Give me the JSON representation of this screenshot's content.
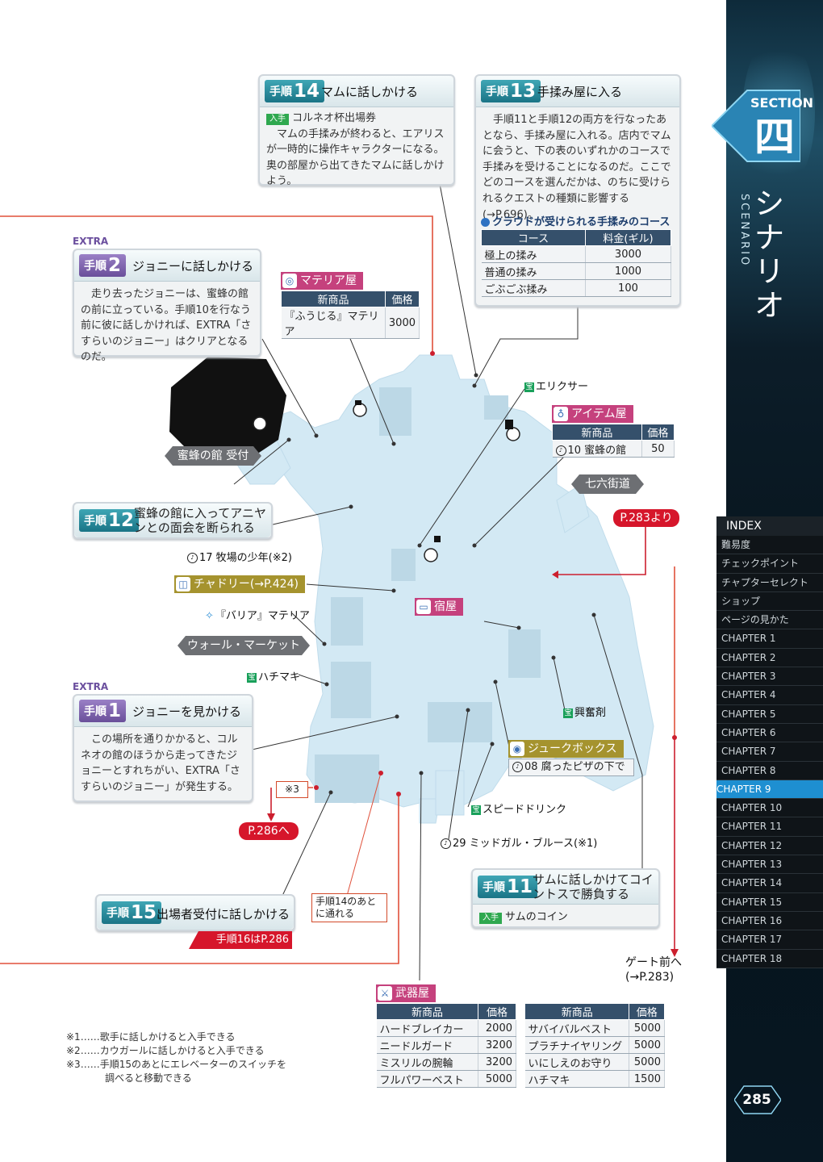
{
  "sidebar": {
    "section_label": "SECTION",
    "section_kanji": "四",
    "scenario_jp": "シナリオ",
    "scenario_en": "SCENARIO",
    "index_title": "INDEX",
    "index_items": [
      "難易度",
      "チェックポイント",
      "チャプターセレクト",
      "ショップ",
      "ページの見かた",
      "CHAPTER 1",
      "CHAPTER 2",
      "CHAPTER 3",
      "CHAPTER 4",
      "CHAPTER 5",
      "CHAPTER 6",
      "CHAPTER 7",
      "CHAPTER 8",
      "CHAPTER 9",
      "CHAPTER 10",
      "CHAPTER 11",
      "CHAPTER 12",
      "CHAPTER 13",
      "CHAPTER 14",
      "CHAPTER 15",
      "CHAPTER 16",
      "CHAPTER 17",
      "CHAPTER 18"
    ],
    "active_item": "CHAPTER 9",
    "page_number": "285"
  },
  "steps": {
    "s14": {
      "word": "手順",
      "num": "14",
      "title": "マムに話しかける",
      "get_tag": "入手",
      "get_item": "コルネオ杯出場券",
      "body": "マムの手揉みが終わると、エアリスが一時的に操作キャラクターになる。奥の部屋から出てきたマムに話しかけよう。"
    },
    "s13": {
      "word": "手順",
      "num": "13",
      "title": "手揉み屋に入る",
      "body": "手順11と手順12の両方を行なったあとなら、手揉み屋に入れる。店内でマムに会うと、下の表のいずれかのコースで手揉みを受けることになるのだ。ここでどのコースを選んだかは、のちに受けられるクエストの種類に影響する(→P.696)。",
      "course_title": "クラウドが受けられる手揉みのコース",
      "course_headers": [
        "コース",
        "料金(ギル)"
      ],
      "courses": [
        [
          "極上の揉み",
          "3000"
        ],
        [
          "普通の揉み",
          "1000"
        ],
        [
          "ごぶごぶ揉み",
          "100"
        ]
      ]
    },
    "ex2": {
      "extra": "EXTRA",
      "word": "手順",
      "num": "2",
      "title": "ジョニーに話しかける",
      "body": "走り去ったジョニーは、蜜蜂の館の前に立っている。手順10を行なう前に彼に話しかければ、EXTRA「さすらいのジョニー」はクリアとなるのだ。"
    },
    "s12": {
      "word": "手順",
      "num": "12",
      "title_1": "蜜蜂の館に入ってアニヤ",
      "title_2": "ンとの面会を断られる"
    },
    "ex1": {
      "extra": "EXTRA",
      "word": "手順",
      "num": "1",
      "title": "ジョニーを見かける",
      "body": "この場所を通りかかると、コルネオの館のほうから走ってきたジョニーとすれちがい、EXTRA「さすらいのジョニー」が発生する。"
    },
    "s11": {
      "word": "手順",
      "num": "11",
      "title_1": "サムに話しかけてコイ",
      "title_2": "ントスで勝負する",
      "get_tag": "入手",
      "get_item": "サムのコイン"
    },
    "s15": {
      "word": "手順",
      "num": "15",
      "title": "出場者受付に話しかける",
      "next": "手順16はP.286"
    }
  },
  "shops": {
    "materia": {
      "name": "マテリア屋",
      "headers": [
        "新商品",
        "価格"
      ],
      "rows": [
        [
          "『ふうじる』マテリア",
          "3000"
        ]
      ]
    },
    "item": {
      "name": "アイテム屋",
      "headers": [
        "新商品",
        "価格"
      ],
      "rows": [
        [
          "10 蜜蜂の館",
          "50"
        ]
      ]
    },
    "jukebox": {
      "name": "ジュークボックス",
      "rows": [
        "08 腐ったピザの下で"
      ]
    },
    "weapon": {
      "name": "武器屋",
      "headers": [
        "新商品",
        "価格",
        "新商品",
        "価格"
      ],
      "rows": [
        [
          "ハードブレイカー",
          "2000",
          "サバイバルベスト",
          "5000"
        ],
        [
          "ニードルガード",
          "3200",
          "プラチナイヤリング",
          "5000"
        ],
        [
          "ミスリルの腕輪",
          "3200",
          "いにしえのお守り",
          "5000"
        ],
        [
          "フルパワーベスト",
          "5000",
          "ハチマキ",
          "1500"
        ]
      ]
    }
  },
  "map_labels": {
    "elixir": "エリクサー",
    "takara": "宝",
    "hive_reception": "蜜蜂の館 受付",
    "nanaroku": "七六街道",
    "from283": "P.283より",
    "record17": "17 牧場の少年(※2)",
    "chadley": "チャドリー(→P.424)",
    "barrier": "『バリア』マテリア",
    "inn": "宿屋",
    "wall_market": "ウォール・マーケット",
    "hachimaki": "ハチマキ",
    "kofunzai": "興奮剤",
    "speed_drink": "スピードドリンク",
    "record29": "29 ミッドガル・ブルース(※1)",
    "note3": "※3",
    "to286": "P.286へ",
    "after14_1": "手順14のあと",
    "after14_2": "に通れる",
    "gate_1": "ゲート前へ",
    "gate_2": "(→P.283)"
  },
  "footnotes": [
    "※1……歌手に話しかけると入手できる",
    "※2……カウガールに話しかけると入手できる",
    "※3……手順15のあとにエレベーターのスイッチを",
    "調べると移動できる"
  ]
}
